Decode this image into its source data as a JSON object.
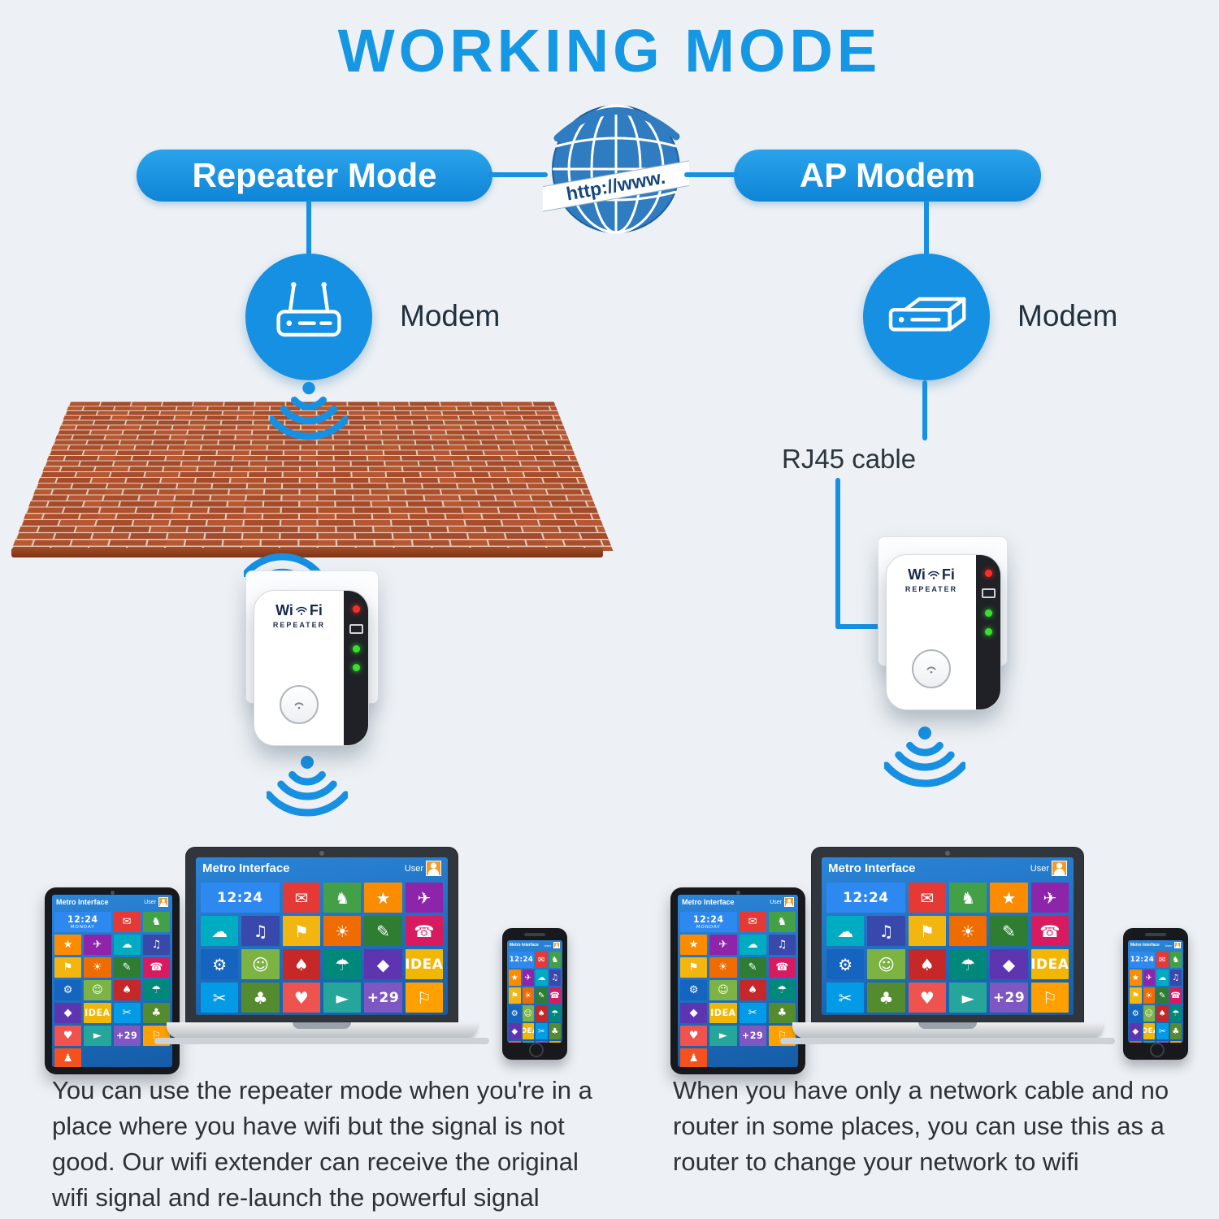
{
  "title": "WORKING MODE",
  "globe": {
    "banner": "http://www."
  },
  "left": {
    "mode": "Repeater Mode",
    "modem": "Modem",
    "description": "You can use the repeater mode when you're in a place where you have wifi but the signal is not good. Our wifi extender can receive the original wifi signal and re-launch the powerful signal"
  },
  "right": {
    "mode": "AP Modem",
    "modem": "Modem",
    "cable": "RJ45 cable",
    "description": "When you have only a network cable and no router in some places, you can use this as a router to change your network to wifi"
  },
  "repeater": {
    "wi": "Wi",
    "fi": "Fi",
    "label": "REPEATER"
  },
  "metro": {
    "title": "Metro Interface",
    "user": "User",
    "time": "12:24",
    "day": "MONDAY",
    "tiles": [
      {
        "c": "#2d89ef",
        "t": "12:24",
        "d": "MONDAY",
        "w": 2
      },
      {
        "c": "#e53935",
        "g": "✉"
      },
      {
        "c": "#43a047",
        "g": "♞"
      },
      {
        "c": "#fb8c00",
        "g": "★"
      },
      {
        "c": "#8e24aa",
        "g": "✈"
      },
      {
        "c": "#00acc1",
        "g": "☁"
      },
      {
        "c": "#3949ab",
        "g": "♫"
      },
      {
        "c": "#f3b611",
        "g": "⚑"
      },
      {
        "c": "#ef6c00",
        "g": "☀"
      },
      {
        "c": "#2e7d32",
        "g": "✎"
      },
      {
        "c": "#d81b60",
        "g": "☎"
      },
      {
        "c": "#1565c0",
        "g": "⚙"
      },
      {
        "c": "#7cb342",
        "g": "☺"
      },
      {
        "c": "#c62828",
        "g": "♠"
      },
      {
        "c": "#00897b",
        "g": "☂"
      },
      {
        "c": "#5e35b1",
        "g": "◆"
      },
      {
        "c": "#f2b705",
        "t": "IDEA"
      },
      {
        "c": "#039be5",
        "g": "✂"
      },
      {
        "c": "#558b2f",
        "g": "♣"
      },
      {
        "c": "#ef5350",
        "g": "♥"
      },
      {
        "c": "#26a69a",
        "g": "►"
      },
      {
        "c": "#7e57c2",
        "t": "+29"
      },
      {
        "c": "#ffa000",
        "g": "⚐"
      },
      {
        "c": "#f4511e",
        "g": "♟"
      }
    ]
  },
  "colors": {
    "accent": "#1690e2",
    "brick": "#b0522e",
    "screen_blue": "#1b72c8"
  }
}
